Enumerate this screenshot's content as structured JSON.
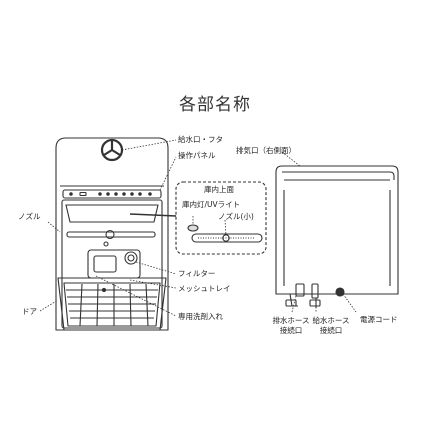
{
  "title": "各部名称",
  "labels": {
    "fill_port": "給水口・フタ",
    "control_panel": "操作パネル",
    "exhaust": "排気口（右側面）",
    "inner_top": "庫内上面",
    "inner_light": "庫内灯/UVライト",
    "nozzle_small": "ノズル(小)",
    "nozzle": "ノズル",
    "filter": "フィルター",
    "mesh_tray": "メッシュトレイ",
    "door": "ドア",
    "detergent": "専用洗剤入れ",
    "drain_hose_line1": "排水ホース",
    "drain_hose_line2": "接続口",
    "supply_hose_line1": "給水ホース",
    "supply_hose_line2": "接続口",
    "power_cord": "電源コード"
  }
}
